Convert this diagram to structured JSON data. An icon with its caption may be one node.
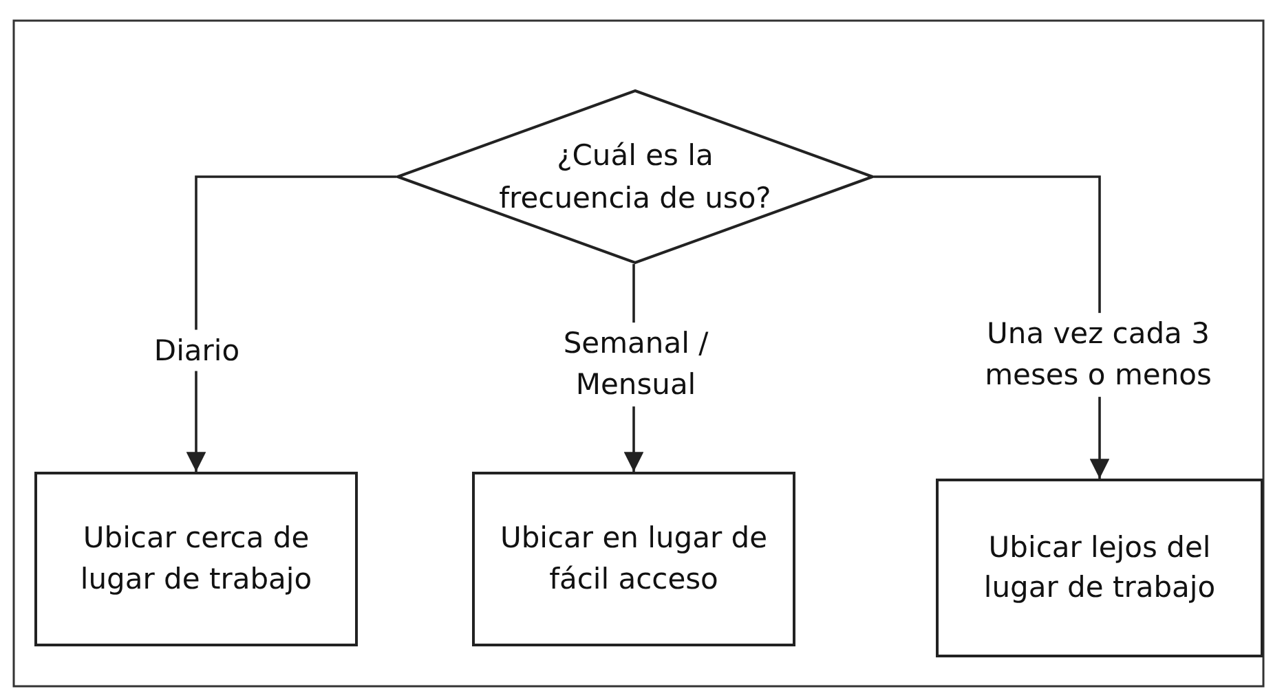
{
  "diagram": {
    "nodes": [
      {
        "text": [
          "¿Cuál es la frecuencia de uso?"
        ]
      },
      {
        "text": [
          "Ubicar cerca de lugar de trabajo"
        ]
      },
      {
        "text": [
          "Ubicar en lugar de fácil acceso"
        ]
      },
      {
        "text": [
          "Ubicar lejos del lugar de trabajo"
        ]
      }
    ],
    "edges": [
      {
        "from": 0,
        "to": 1,
        "arrow": "to",
        "label": "Diario"
      },
      {
        "from": 0,
        "to": 2,
        "arrow": "to",
        "label": "Semanal / Mensual"
      },
      {
        "from": 0,
        "to": 3,
        "arrow": "to",
        "label": "Una vez cada 3 meses o menos"
      }
    ]
  }
}
